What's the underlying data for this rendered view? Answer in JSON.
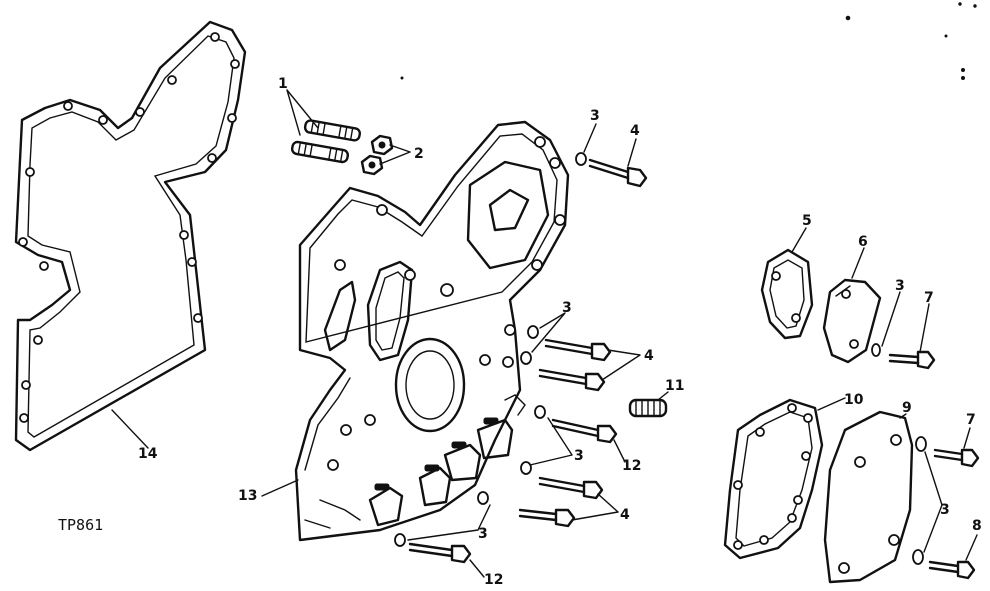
{
  "figure_id": "TP861",
  "callouts": {
    "c1": "1",
    "c2": "2",
    "c3a": "3",
    "c4a": "4",
    "c3b": "3",
    "c4b": "4",
    "c11": "11",
    "c3c": "3",
    "c12a": "12",
    "c4c": "4",
    "c3d": "3",
    "c12b": "12",
    "c13": "13",
    "c14": "14",
    "c5": "5",
    "c6": "6",
    "c3e": "3",
    "c7a": "7",
    "c10": "10",
    "c9": "9",
    "c7b": "7",
    "c3f": "3",
    "c8": "8"
  }
}
